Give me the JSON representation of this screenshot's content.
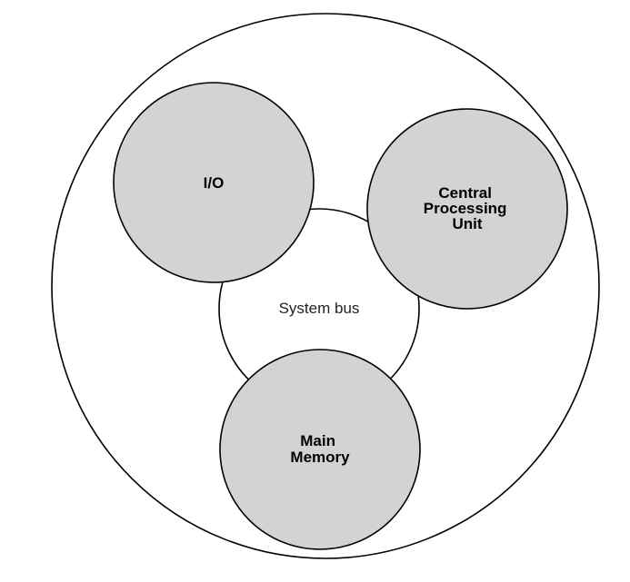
{
  "diagram": {
    "system_bus": {
      "label": "System bus"
    },
    "io": {
      "label": "I/O"
    },
    "cpu": {
      "lines": [
        "Central",
        "Processing",
        "Unit"
      ]
    },
    "memory": {
      "lines": [
        "Main",
        "Memory"
      ]
    }
  },
  "colors": {
    "component_fill": "#d3d3d3",
    "bus_fill": "#ffffff",
    "outline": "#000000"
  }
}
